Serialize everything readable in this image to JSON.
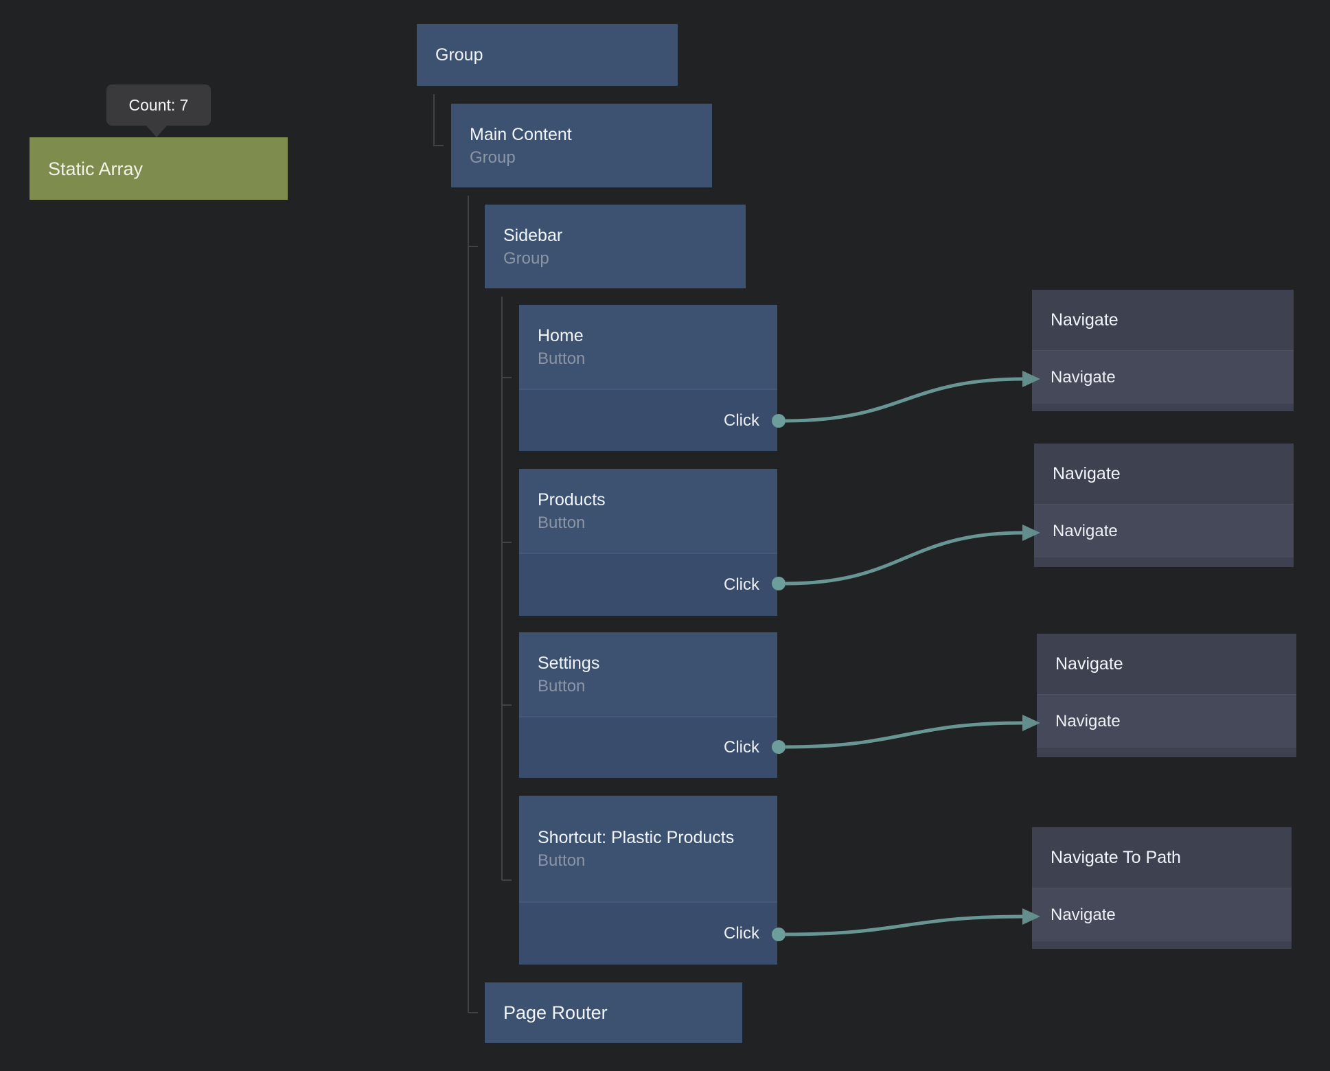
{
  "colors": {
    "background": "#212223",
    "ui_node_blue": "#3d5271",
    "ui_node_port_blue": "#394c6c",
    "action_node_gray": "#3e4150",
    "action_node_port_gray": "#464959",
    "data_node_olive": "#7e8d4e",
    "connection_teal": "#689693",
    "port_circle_teal": "#6d9e9b",
    "arrow_teal": "#648e8d",
    "subtitle_gray": "#8b95a5",
    "tree_line_gray": "#424345",
    "tooltip_bg": "#3a3a3c"
  },
  "tooltip": {
    "label": "Count: 7"
  },
  "data_node": {
    "title": "Static Array"
  },
  "tree": {
    "group": {
      "title": "Group"
    },
    "main_content": {
      "title": "Main Content",
      "type": "Group"
    },
    "sidebar": {
      "title": "Sidebar",
      "type": "Group"
    },
    "home": {
      "title": "Home",
      "type": "Button",
      "output": "Click"
    },
    "products": {
      "title": "Products",
      "type": "Button",
      "output": "Click"
    },
    "settings": {
      "title": "Settings",
      "type": "Button",
      "output": "Click"
    },
    "shortcut": {
      "title": "Shortcut: Plastic Products",
      "type": "Button",
      "output": "Click"
    },
    "page_router": {
      "title": "Page Router"
    }
  },
  "action_nodes": {
    "navigate_1": {
      "title": "Navigate",
      "input": "Navigate"
    },
    "navigate_2": {
      "title": "Navigate",
      "input": "Navigate"
    },
    "navigate_3": {
      "title": "Navigate",
      "input": "Navigate"
    },
    "navigate_to_path": {
      "title": "Navigate To Path",
      "input": "Navigate"
    }
  }
}
